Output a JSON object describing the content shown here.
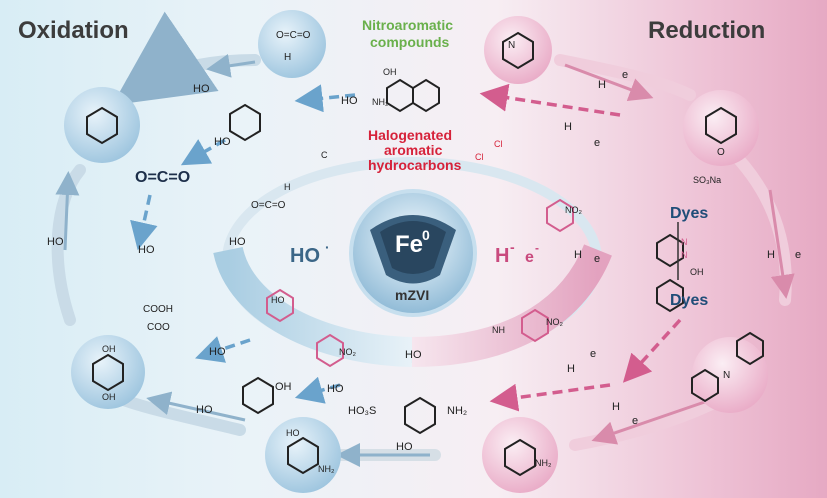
{
  "titles": {
    "left": "Oxidation",
    "right": "Reduction"
  },
  "labels": {
    "nitro": [
      "Nitroaromatic",
      "compounds"
    ],
    "halo": [
      "Halogenated",
      "aromatic",
      "hydrocarbons"
    ],
    "core": "Fe",
    "core_sup": "0",
    "mzvi": "mZVI",
    "ho": "HO",
    "h": "H",
    "e": "e",
    "dot": "·",
    "minus": "-",
    "co2": "O=C=O",
    "dyes": "Dyes"
  },
  "colors": {
    "oxidation": "#8fb9d3",
    "reduction": "#e58fb2",
    "nitro_label": "#6ab04c",
    "halo_label": "#d6223a"
  },
  "chem": {
    "so3na": "SO₃Na",
    "so3h": "HO₃S",
    "nh2": "NH₂",
    "no2": "NO₂",
    "cooh": "COOH",
    "coo": "COO",
    "oh": "OH",
    "ho_text": "HO",
    "o": "O",
    "n": "N",
    "h2o": "H",
    "cl": "Cl",
    "c": "C",
    "nh": "NH"
  }
}
